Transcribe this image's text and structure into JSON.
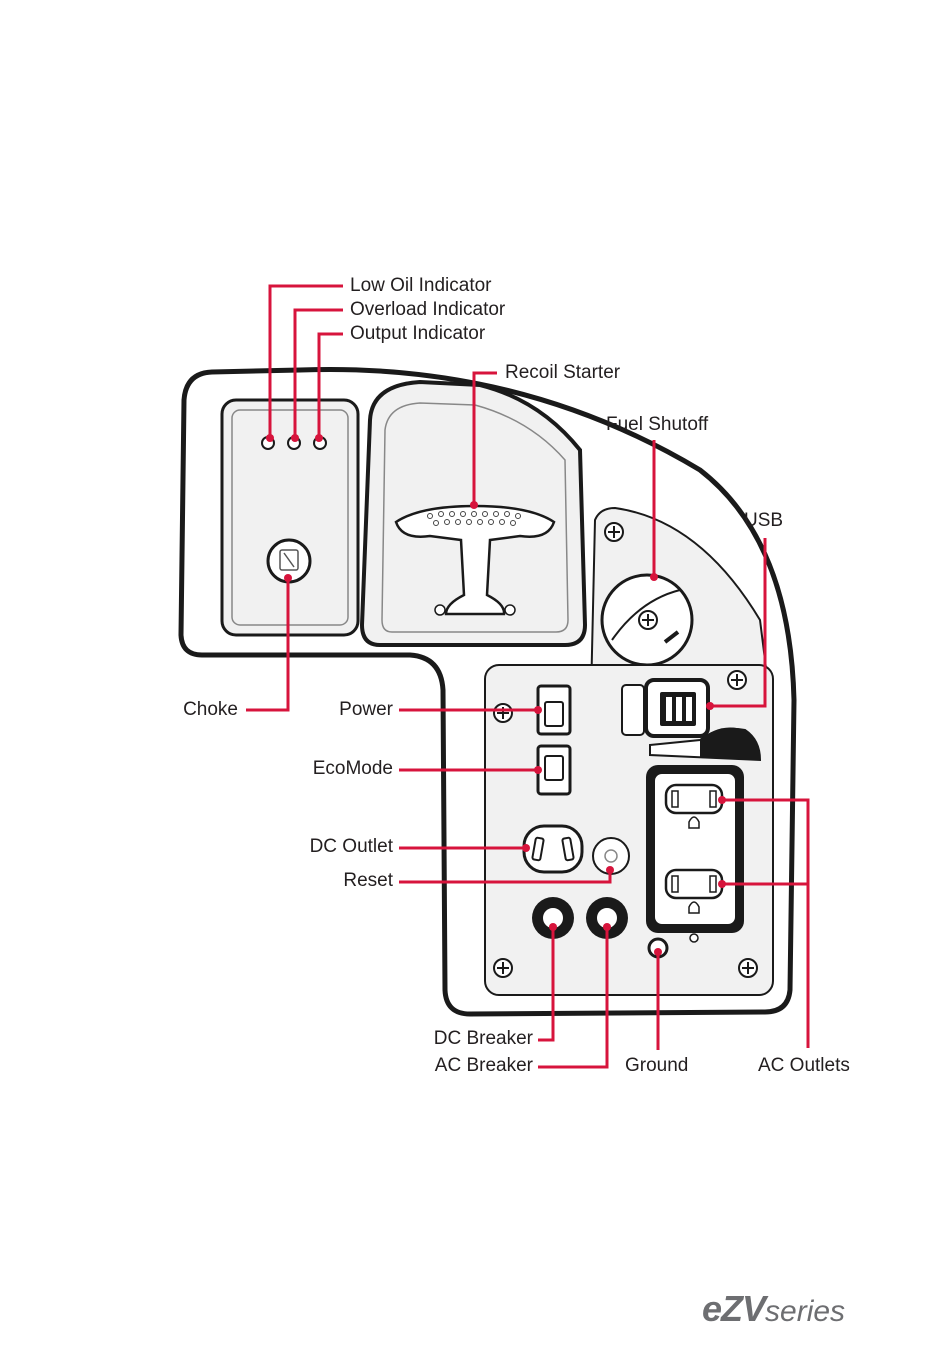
{
  "labels": {
    "low_oil": "Low Oil Indicator",
    "overload": "Overload Indicator",
    "output": "Output Indicator",
    "recoil": "Recoil Starter",
    "fuel": "Fuel Shutoff",
    "usb": "USB",
    "choke": "Choke",
    "power": "Power",
    "ecomode": "EcoMode",
    "dc_outlet": "DC Outlet",
    "reset": "Reset",
    "dc_breaker": "DC Breaker",
    "ac_breaker": "AC Breaker",
    "ground": "Ground",
    "ac_outlets": "AC Outlets"
  },
  "brand": {
    "bold": "eZV",
    "light": "series"
  },
  "colors": {
    "leader": "#d7143c",
    "outline": "#1a1a1a",
    "panel_fill": "#f1f1f1",
    "brand": "#6d6e71"
  }
}
